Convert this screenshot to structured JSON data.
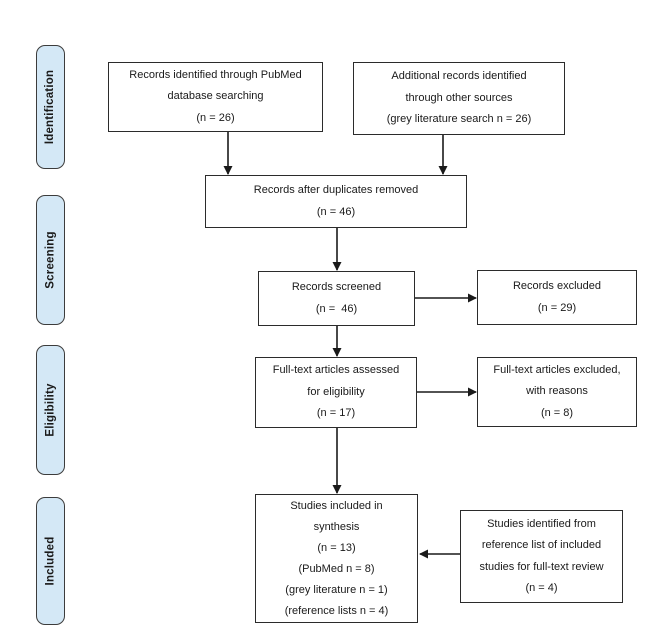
{
  "palette": {
    "background": "#ffffff",
    "stage_fill": "#d4e8f6",
    "stage_border": "#3c3c3c",
    "box_fill": "#ffffff",
    "box_border": "#2b2b2b",
    "text": "#1a1a1a",
    "arrow": "#1a1a1a"
  },
  "stages": [
    {
      "label": "Identification"
    },
    {
      "label": "Screening"
    },
    {
      "label": "Eligibility"
    },
    {
      "label": "Included"
    }
  ],
  "boxes": [
    {
      "id": "pubmed",
      "lines": [
        "Records identified through PubMed",
        "database searching",
        "(n = 26)"
      ]
    },
    {
      "id": "other-sources",
      "lines": [
        "Additional records identified",
        "through other sources",
        "(grey literature search n = 26)"
      ]
    },
    {
      "id": "duplicates",
      "lines": [
        "Records after duplicates removed",
        "(n = 46)"
      ]
    },
    {
      "id": "screened",
      "lines": [
        "Records screened",
        "(n =  46)"
      ]
    },
    {
      "id": "excluded",
      "lines": [
        "Records excluded",
        "(n = 29)"
      ]
    },
    {
      "id": "fulltext",
      "lines": [
        "Full-text articles assessed",
        "for eligibility",
        "(n = 17)"
      ]
    },
    {
      "id": "ft-excluded",
      "lines": [
        "Full-text articles excluded,",
        "with reasons",
        "(n = 8)"
      ]
    },
    {
      "id": "synthesis",
      "lines": [
        "Studies included in",
        "synthesis",
        "(n = 13)",
        "(PubMed n = 8)",
        "(grey literature n = 1)",
        "(reference lists n = 4)"
      ]
    },
    {
      "id": "reference",
      "lines": [
        "Studies identified from",
        "reference list of included",
        "studies for full-text review",
        "(n = 4)"
      ]
    }
  ],
  "connections": [
    {
      "from": "pubmed",
      "to": "duplicates"
    },
    {
      "from": "other-sources",
      "to": "duplicates"
    },
    {
      "from": "duplicates",
      "to": "screened"
    },
    {
      "from": "screened",
      "to": "excluded"
    },
    {
      "from": "screened",
      "to": "fulltext"
    },
    {
      "from": "fulltext",
      "to": "ft-excluded"
    },
    {
      "from": "fulltext",
      "to": "synthesis"
    },
    {
      "from": "reference",
      "to": "synthesis"
    }
  ]
}
